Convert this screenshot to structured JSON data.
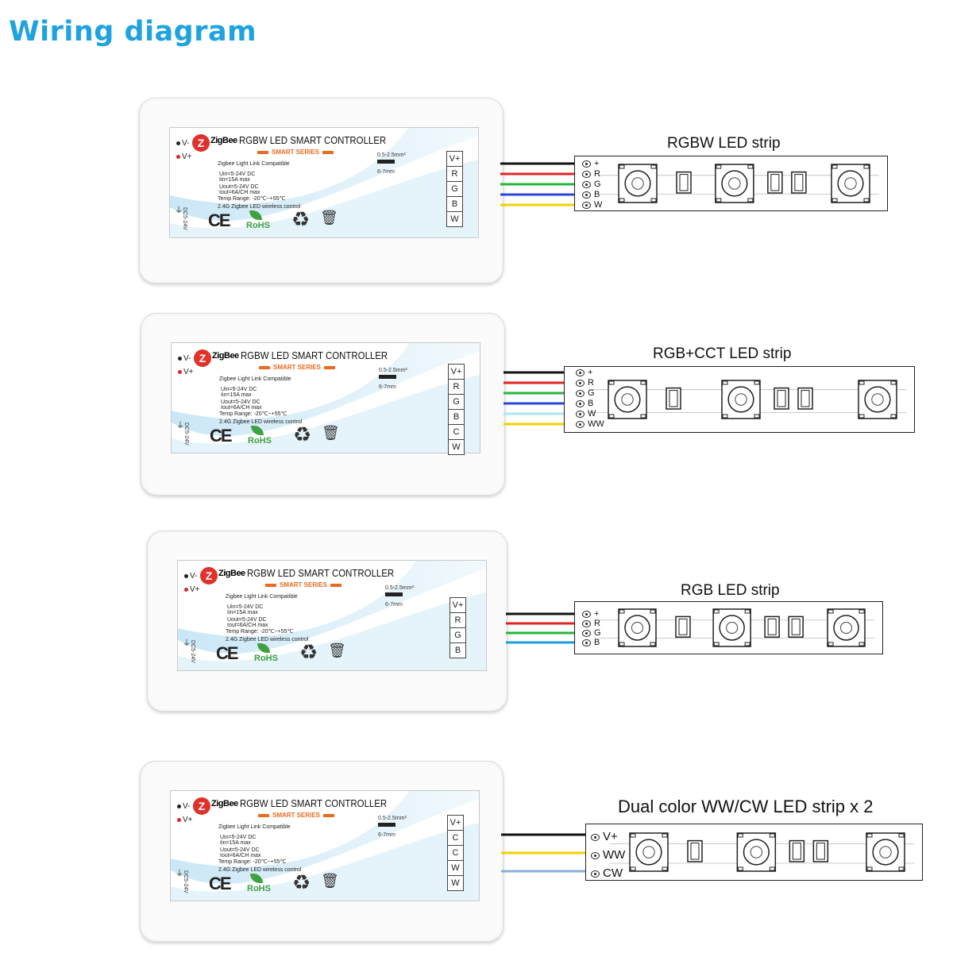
{
  "title": "Wiring diagram",
  "controller": {
    "brand": "ZigBee",
    "title": "RGBW LED SMART CONTROLLER",
    "series": "SMART SERIES",
    "compat": "Zigbee Light Link Compatible",
    "uin": "Uin=5-24V DC",
    "iin": "Iin=15A max",
    "uout": "Uout=5-24V DC",
    "iout": "Iout=6A/CH max",
    "temp": "Temp Range: -20℃~+55℃",
    "wireless1": "2.4G Zigbee LED wireless control",
    "wireless2": "2.4G Zigbee LED wireless control",
    "wire_gauge": "0.5-2.5mm²",
    "strip_len": "6-7mm",
    "v_minus": "V-",
    "v_plus": "V+",
    "dc": "DC5-24V",
    "ce": "CE",
    "rohs": "RoHS"
  },
  "diagrams": [
    {
      "strip_title": "RGBW LED strip",
      "terminals": [
        "V+",
        "R",
        "G",
        "B",
        "W"
      ],
      "strip_pads": [
        "+",
        "R",
        "G",
        "B",
        "W"
      ],
      "wire_colors": [
        "#111111",
        "#e02424",
        "#26b53a",
        "#2b46d6",
        "#f1d200"
      ]
    },
    {
      "strip_title": "RGB+CCT LED strip",
      "terminals": [
        "V+",
        "R",
        "G",
        "B",
        "C",
        "W"
      ],
      "strip_pads": [
        "+",
        "R",
        "G",
        "B",
        "W",
        "WW"
      ],
      "wire_colors": [
        "#111111",
        "#e02424",
        "#26b53a",
        "#2b46d6",
        "#aee6ef",
        "#f1d200"
      ]
    },
    {
      "strip_title": "RGB  LED strip",
      "terminals": [
        "V+",
        "R",
        "G",
        "B"
      ],
      "strip_pads": [
        "+",
        "R",
        "G",
        "B"
      ],
      "wire_colors": [
        "#111111",
        "#e02424",
        "#26b53a",
        "#1d9fd6"
      ]
    },
    {
      "strip_title": "Dual color WW/CW LED strip x 2",
      "terminals": [
        "V+",
        "C",
        "C",
        "W",
        "W"
      ],
      "strip_pads": [
        "V+",
        "WW",
        "CW"
      ],
      "wire_colors": [
        "#111111",
        "#f1d200",
        "#8ab0d6"
      ]
    }
  ]
}
